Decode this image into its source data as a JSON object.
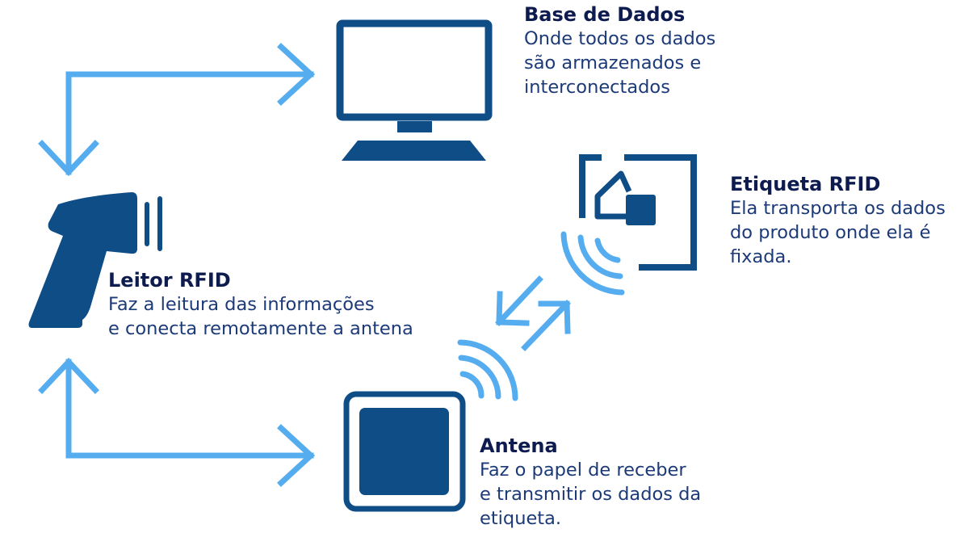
{
  "colors": {
    "device": "#0f4d87",
    "arrow": "#55adf0",
    "title": "#0d1b4f",
    "text": "#1c3a78"
  },
  "nodes": {
    "base_de_dados": {
      "icon": "computer-monitor-icon",
      "title": "Base de Dados",
      "lines": [
        "Onde todos os dados",
        "são armazenados e",
        "interconectados"
      ]
    },
    "etiqueta_rfid": {
      "icon": "rfid-tag-icon",
      "title": "Etiqueta RFID",
      "lines": [
        "Ela transporta os dados",
        "do produto onde ela é",
        "fixada."
      ]
    },
    "leitor_rfid": {
      "icon": "rfid-reader-icon",
      "title": "Leitor RFID",
      "lines": [
        "Faz a leitura das informações",
        "e conecta remotamente a antena"
      ]
    },
    "antena": {
      "icon": "antenna-icon",
      "title": "Antena",
      "lines": [
        "Faz o papel de receber",
        "e transmitir os dados da",
        "etiqueta."
      ]
    }
  }
}
